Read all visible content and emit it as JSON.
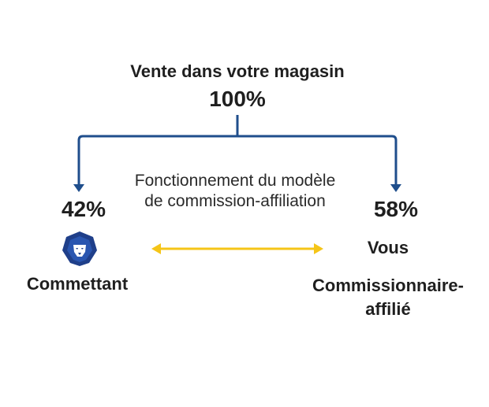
{
  "top": {
    "title": "Vente dans votre magasin",
    "percent": "100%"
  },
  "left": {
    "percent": "42%",
    "role": "Commettant",
    "logo_icon": "lion-head-icon"
  },
  "right": {
    "percent": "58%",
    "you": "Vous",
    "role": "Commissionnaire-affilié"
  },
  "center": {
    "description": "Fonctionnement du modèle de commission-affiliation"
  },
  "colors": {
    "flow_line": "#1f4e8c",
    "double_arrow": "#f5c518",
    "logo": "#1f3f8a",
    "text": "#1f1f1f"
  }
}
